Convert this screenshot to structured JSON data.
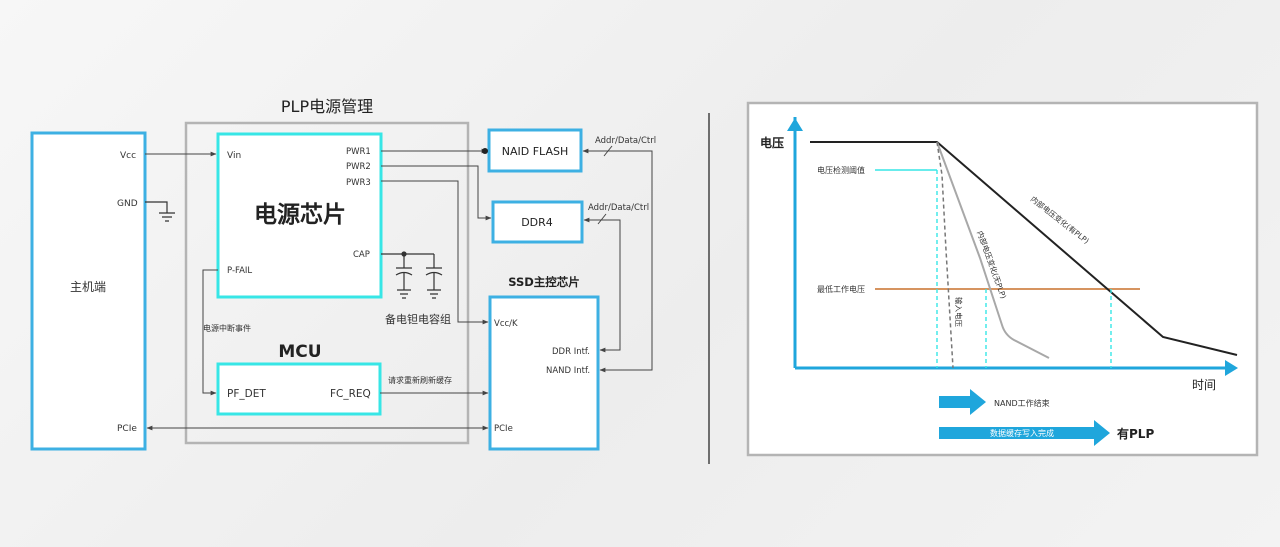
{
  "left_diagram": {
    "plp_title": "PLP电源管理",
    "host": {
      "label": "主机端",
      "vcc": "Vcc",
      "gnd": "GND",
      "pcie": "PCIe"
    },
    "power_chip": {
      "title": "电源芯片",
      "vin": "Vin",
      "pwr1": "PWR1",
      "pwr2": "PWR2",
      "pwr3": "PWR3",
      "cap": "CAP",
      "pfail": "P-FAIL"
    },
    "cap_bank_label": "备电钽电容组",
    "mcu": {
      "title": "MCU",
      "pf_det": "PF_DET",
      "fc_req": "FC_REQ"
    },
    "power_interrupt_label": "电源中断事件",
    "flush_request_label": "请求重新刷新缓存",
    "nand_flash": "NAID FLASH",
    "ddr4": "DDR4",
    "addr_data_ctrl_1": "Addr/Data/Ctrl",
    "addr_data_ctrl_2": "Addr/Data/Ctrl",
    "ssd": {
      "title": "SSD主控芯片",
      "vcck": "Vcc/K",
      "ddr_intf": "DDR Intf.",
      "nand_intf": "NAND Intf.",
      "pcie": "PCIe"
    }
  },
  "right_diagram": {
    "y_label": "电压",
    "x_label": "时间",
    "detect_threshold": "电压检测阈值",
    "min_voltage": "最低工作电压",
    "internal_with_plp": "内部电压变化(有PLP)",
    "internal_without_plp": "内部电压变化(无PLP)",
    "input_voltage": "输入电压",
    "nand_done": "NAND工作结束",
    "data_written": "数据缓存写入完成",
    "with_plp": "有PLP"
  },
  "colors": {
    "cyan": "#3db0e3",
    "bright_cyan": "#37e6e6",
    "frame_gray": "#b4b4b4",
    "arrow_blue": "#1fa6dc",
    "orange": "#d0844a",
    "curve_gray": "#a8a8a8",
    "dark": "#333333"
  }
}
